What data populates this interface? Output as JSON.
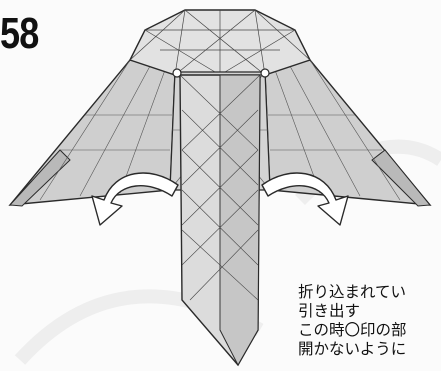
{
  "step": {
    "number": "58"
  },
  "instructions": {
    "line1": "折り込まれてい",
    "line2": "引き出す",
    "line3": "この時〇印の部",
    "line4": "開かないように"
  },
  "colors": {
    "paper": "#d9d9d9",
    "paper_light": "#e6e6e6",
    "paper_dark": "#b9b9b9",
    "stroke": "#2a2a2a",
    "arrow_fill": "#ffffff",
    "background_watermark": "#eeeeee"
  },
  "icons": {
    "left_arrow": "curved-arrow-left-icon",
    "right_arrow": "curved-arrow-right-icon",
    "markers": "circle-marker-icon"
  }
}
